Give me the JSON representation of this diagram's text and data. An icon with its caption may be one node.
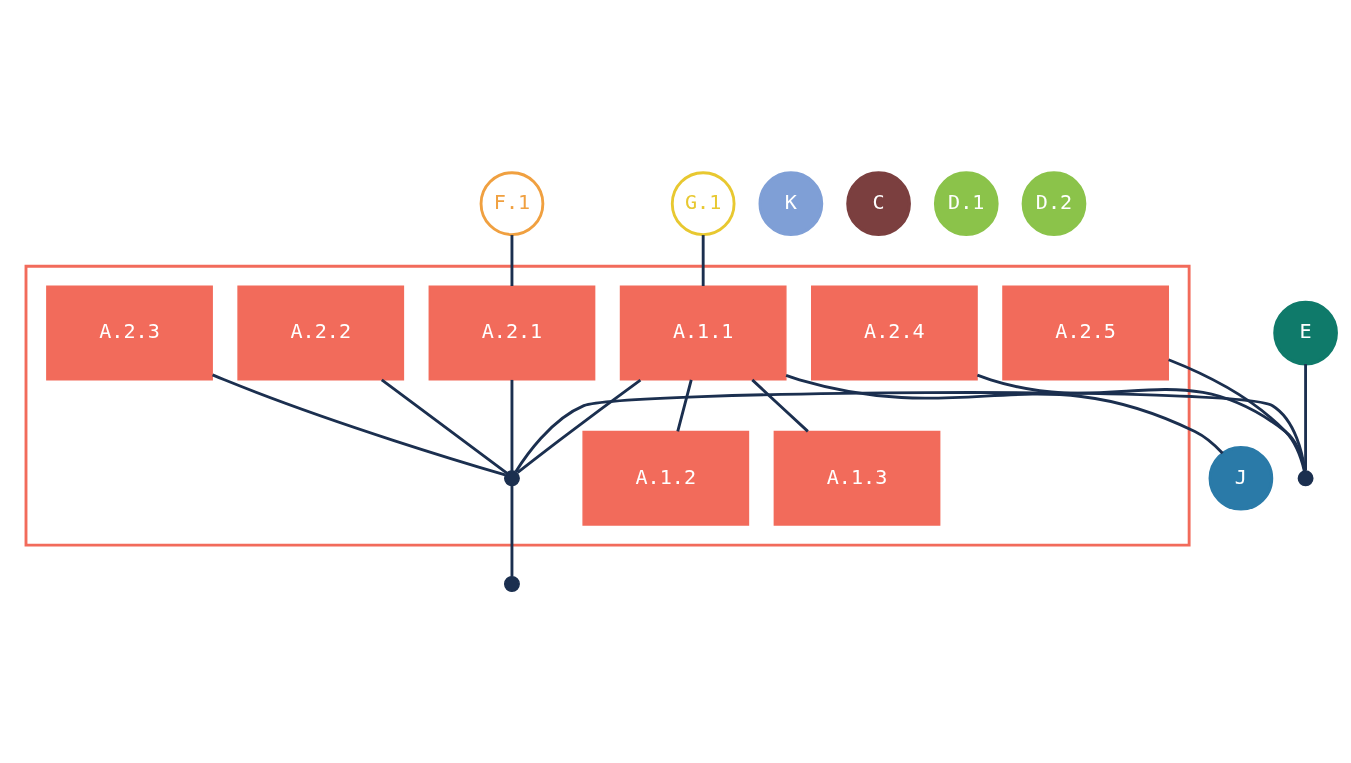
{
  "diagram": {
    "nodes": [
      {
        "text": [
          "F.1"
        ]
      },
      {
        "text": [
          "G.1"
        ]
      },
      {
        "text": [],
        "shape": "box"
      },
      {
        "text": [
          "A.2.5"
        ],
        "in": 2
      },
      {
        "text": [
          "A.2.1"
        ],
        "in": 2
      },
      {
        "text": [
          "A.1.1"
        ],
        "in": 2
      },
      {
        "text": [
          "A.2.4"
        ],
        "in": 2
      },
      {
        "text": [
          "A.2.2"
        ],
        "in": 2
      },
      {
        "text": [
          "J"
        ]
      },
      {
        "text": [
          "K"
        ]
      },
      {
        "text": [
          "C"
        ]
      },
      {
        "text": [
          "D.1"
        ]
      },
      {
        "text": [
          "D.2"
        ]
      },
      {
        "text": [
          "E"
        ]
      },
      {
        "text": [],
        "shape": "circle"
      },
      {
        "text": [
          "A.2.3"
        ],
        "in": 2
      },
      {
        "text": [
          "A.1.3"
        ],
        "in": 2
      },
      {
        "text": [
          "A.1.2"
        ],
        "in": 2
      },
      {
        "text": [],
        "shape": "circle",
        "in": 2
      },
      {
        "text": [],
        "shape": "circle"
      }
    ],
    "edges": [
      {
        "from": 0,
        "to": 4,
        "arrow": "none"
      },
      {
        "from": 1,
        "to": 5,
        "arrow": "none"
      },
      {
        "from": 13,
        "to": 14,
        "arrow": "none"
      },
      {
        "from": 14,
        "to": 18,
        "arrow": "none"
      },
      {
        "from": 3,
        "to": 14,
        "arrow": "none"
      },
      {
        "from": 6,
        "to": 14,
        "arrow": "none"
      },
      {
        "from": 4,
        "to": 18,
        "arrow": "none"
      },
      {
        "from": 5,
        "to": 18,
        "arrow": "none"
      },
      {
        "from": 7,
        "to": 18,
        "arrow": "none"
      },
      {
        "from": 15,
        "to": 18,
        "arrow": "none"
      },
      {
        "from": 18,
        "to": 19,
        "arrow": "none"
      },
      {
        "from": 5,
        "to": 16,
        "arrow": "none"
      },
      {
        "from": 5,
        "to": 17,
        "arrow": "none"
      },
      {
        "from": 5,
        "to": 8,
        "arrow": "none"
      }
    ]
  }
}
